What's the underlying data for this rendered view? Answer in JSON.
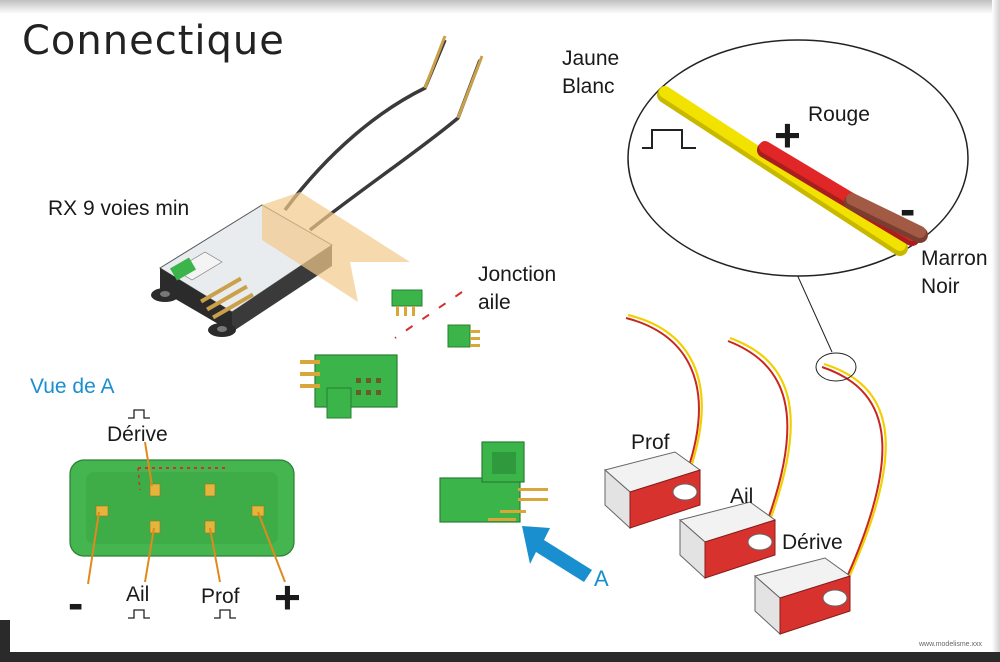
{
  "title": "Connectique",
  "labels": {
    "receiver": "RX 9 voies min",
    "jonction_line1": "Jonction",
    "jonction_line2": "aile",
    "vue": "Vue de A",
    "arrow_a": "A",
    "wire_jaune": "Jaune",
    "wire_blanc": "Blanc",
    "wire_rouge": "Rouge",
    "wire_marron": "Marron",
    "wire_noir": "Noir",
    "plus_sign": "+",
    "minus_sign": "-"
  },
  "pins": {
    "derive": "Dérive",
    "ail": "Ail",
    "prof": "Prof",
    "minus": "-",
    "plus": "+"
  },
  "servos": [
    {
      "label": "Prof"
    },
    {
      "label": "Ail"
    },
    {
      "label": "Dérive"
    }
  ],
  "credit": "www.modelisme.xxx",
  "colors": {
    "connector_green": "#3bb54a",
    "pin_gold": "#d9a63a",
    "servo_red": "#d8322f",
    "wire_yellow": "#f2e200",
    "wire_red": "#e02626",
    "wire_brown": "#a35a44",
    "arrow_blue": "#1a8fd0",
    "pointer_orange": "#e08a1e"
  }
}
